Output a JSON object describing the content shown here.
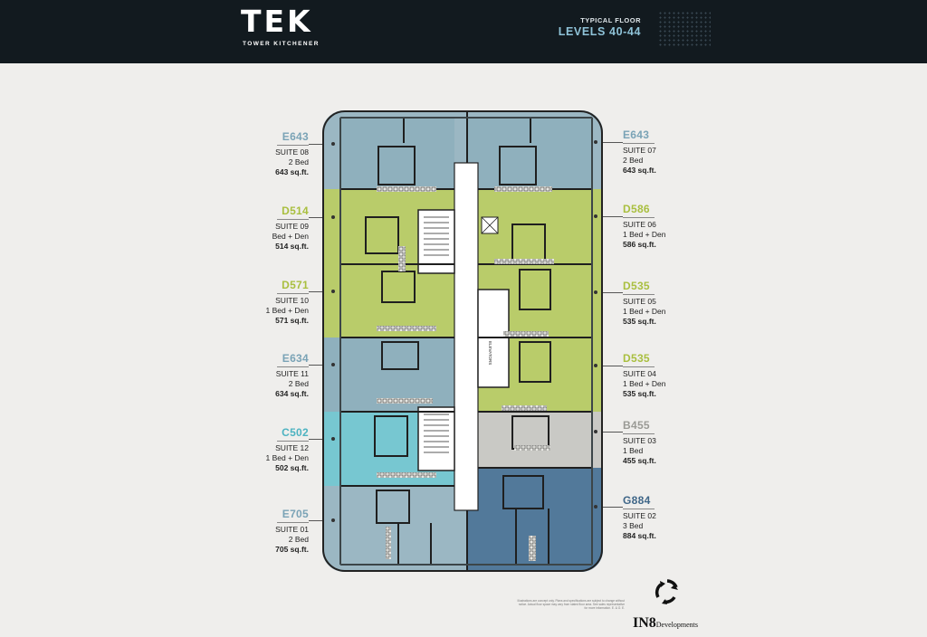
{
  "header": {
    "logo_mark": "TEK",
    "logo_sub": "TOWER KITCHENER",
    "floor_type": "TYPICAL FLOOR",
    "levels": "LEVELS 40-44"
  },
  "colors": {
    "header_bg": "#121a1f",
    "accent_blue": "#8fc3d8",
    "unit_e": "#8fb0bd",
    "unit_d": "#b9cc6a",
    "unit_c": "#77c7d1",
    "unit_b": "#c9c9c5",
    "unit_g": "#52799a",
    "corridor": "#ffffff"
  },
  "units": {
    "suite08": {
      "code": "E643",
      "suite": "SUITE 08",
      "beds": "2 Bed",
      "area": "643 sq.ft.",
      "color": "#8fb0bd"
    },
    "suite09": {
      "code": "D514",
      "suite": "SUITE 09",
      "beds": "Bed + Den",
      "area": "514 sq.ft.",
      "color": "#b9cc6a"
    },
    "suite10": {
      "code": "D571",
      "suite": "SUITE 10",
      "beds": "1 Bed + Den",
      "area": "571 sq.ft.",
      "color": "#b9cc6a"
    },
    "suite11": {
      "code": "E634",
      "suite": "SUITE 11",
      "beds": "2 Bed",
      "area": "634 sq.ft.",
      "color": "#8fb0bd"
    },
    "suite12": {
      "code": "C502",
      "suite": "SUITE 12",
      "beds": "1 Bed + Den",
      "area": "502 sq.ft.",
      "color": "#77c7d1"
    },
    "suite01": {
      "code": "E705",
      "suite": "SUITE 01",
      "beds": "2 Bed",
      "area": "705 sq.ft.",
      "color": "#8fb0bd"
    },
    "suite07": {
      "code": "E643",
      "suite": "SUITE 07",
      "beds": "2 Bed",
      "area": "643 sq.ft.",
      "color": "#8fb0bd"
    },
    "suite06": {
      "code": "D586",
      "suite": "SUITE 06",
      "beds": "1 Bed + Den",
      "area": "586 sq.ft.",
      "color": "#b9cc6a"
    },
    "suite05": {
      "code": "D535",
      "suite": "SUITE 05",
      "beds": "1 Bed + Den",
      "area": "535 sq.ft.",
      "color": "#b9cc6a"
    },
    "suite04": {
      "code": "D535",
      "suite": "SUITE 04",
      "beds": "1 Bed + Den",
      "area": "535 sq.ft.",
      "color": "#b9cc6a"
    },
    "suite03": {
      "code": "B455",
      "suite": "SUITE 03",
      "beds": "1 Bed",
      "area": "455 sq.ft.",
      "color": "#c9c9c5"
    },
    "suite02": {
      "code": "G884",
      "suite": "SUITE 02",
      "beds": "3 Bed",
      "area": "884 sq.ft.",
      "color": "#52799a"
    }
  },
  "plan": {
    "elevator_label": "ELEVATORS"
  },
  "footer": {
    "disclaimer": "Illustrations are concept only. Plans and specifications are subject to change without notice. Actual floor space may vary from stated floor area. See sales representative for more information. E. & O. E.",
    "developer_mark": "IN8",
    "developer_word": "Developments"
  }
}
